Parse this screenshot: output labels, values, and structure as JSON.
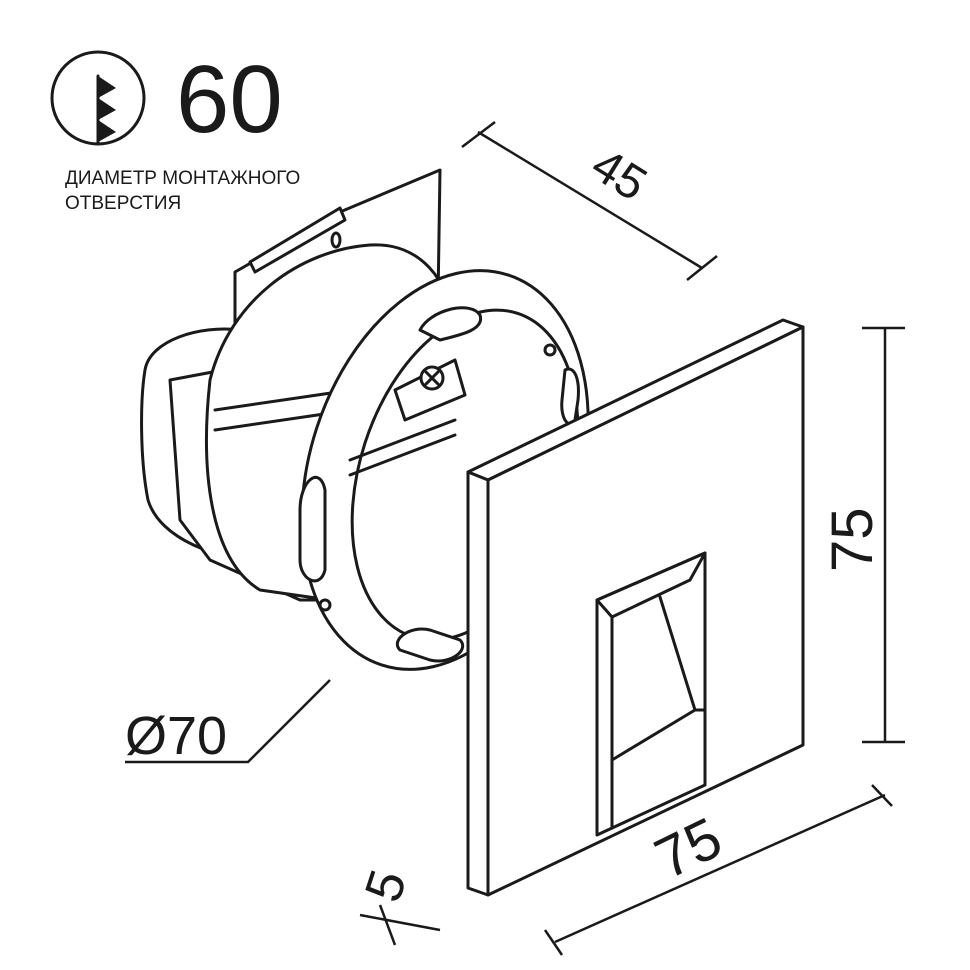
{
  "hole_icon": "drill-hole-icon",
  "hole_diameter": "60",
  "hole_label_line1": "ДИАМЕТР МОНТАЖНОГО",
  "hole_label_line2": "ОТВЕРСТИЯ",
  "dimensions": {
    "depth": "45",
    "height": "75",
    "width": "75",
    "thickness": "5",
    "ring_diameter": "Ø70"
  }
}
